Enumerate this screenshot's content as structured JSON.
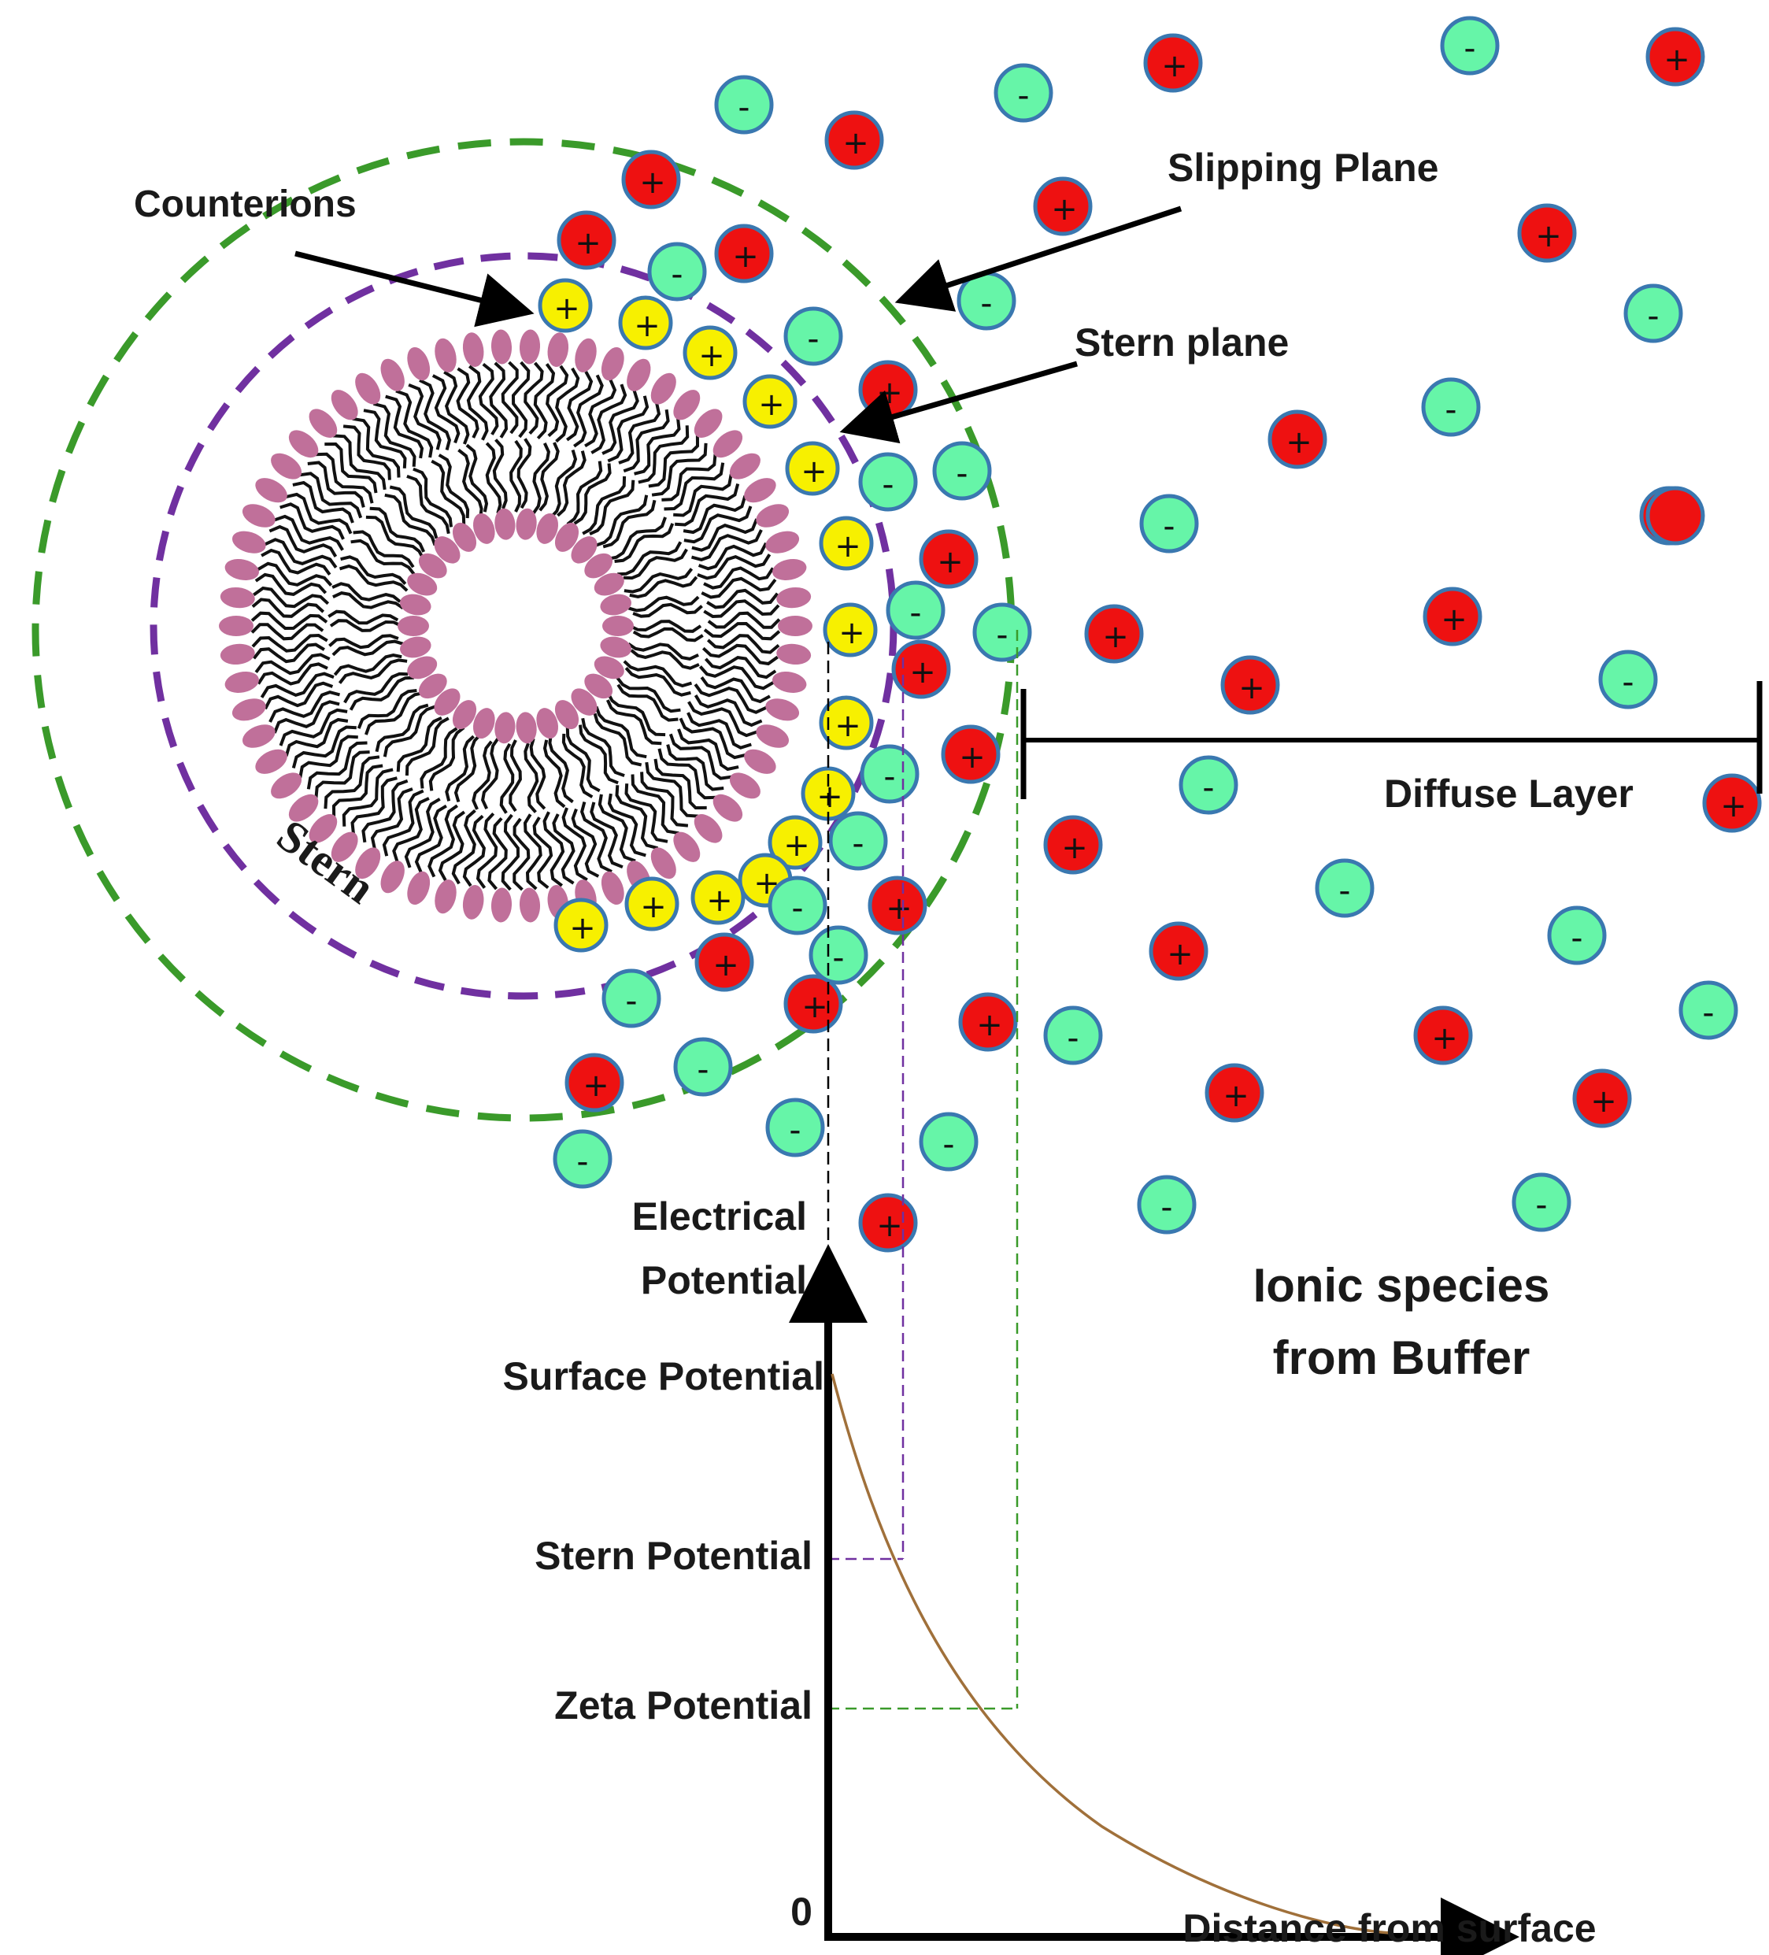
{
  "labels": {
    "counterions": "Counterions",
    "slipping_plane": "Slipping Plane",
    "stern_plane": "Stern plane",
    "stern": "Stern",
    "diffuse_layer": "Diffuse Layer",
    "ionic_species_line1": "Ionic species",
    "ionic_species_line2": "from Buffer",
    "electrical_potential_line1": "Electrical",
    "electrical_potential_line2": "Potential",
    "surface_potential": "Surface Potential",
    "stern_potential": "Stern Potential",
    "zeta_potential": "Zeta Potential",
    "origin": "0",
    "distance_from_surface": "Distance from surface"
  },
  "ion_signs": {
    "cation": "+",
    "anion": "-"
  },
  "colors": {
    "cation": "#ee1111",
    "anion": "#66f5a8",
    "counterion": "#f7f000",
    "ion_outline": "#3a78b0",
    "head_group": "#c0709a",
    "stern_circle": "#7030a0",
    "slipping_circle": "#3a9a2a",
    "potential_curve": "#a0703a"
  }
}
